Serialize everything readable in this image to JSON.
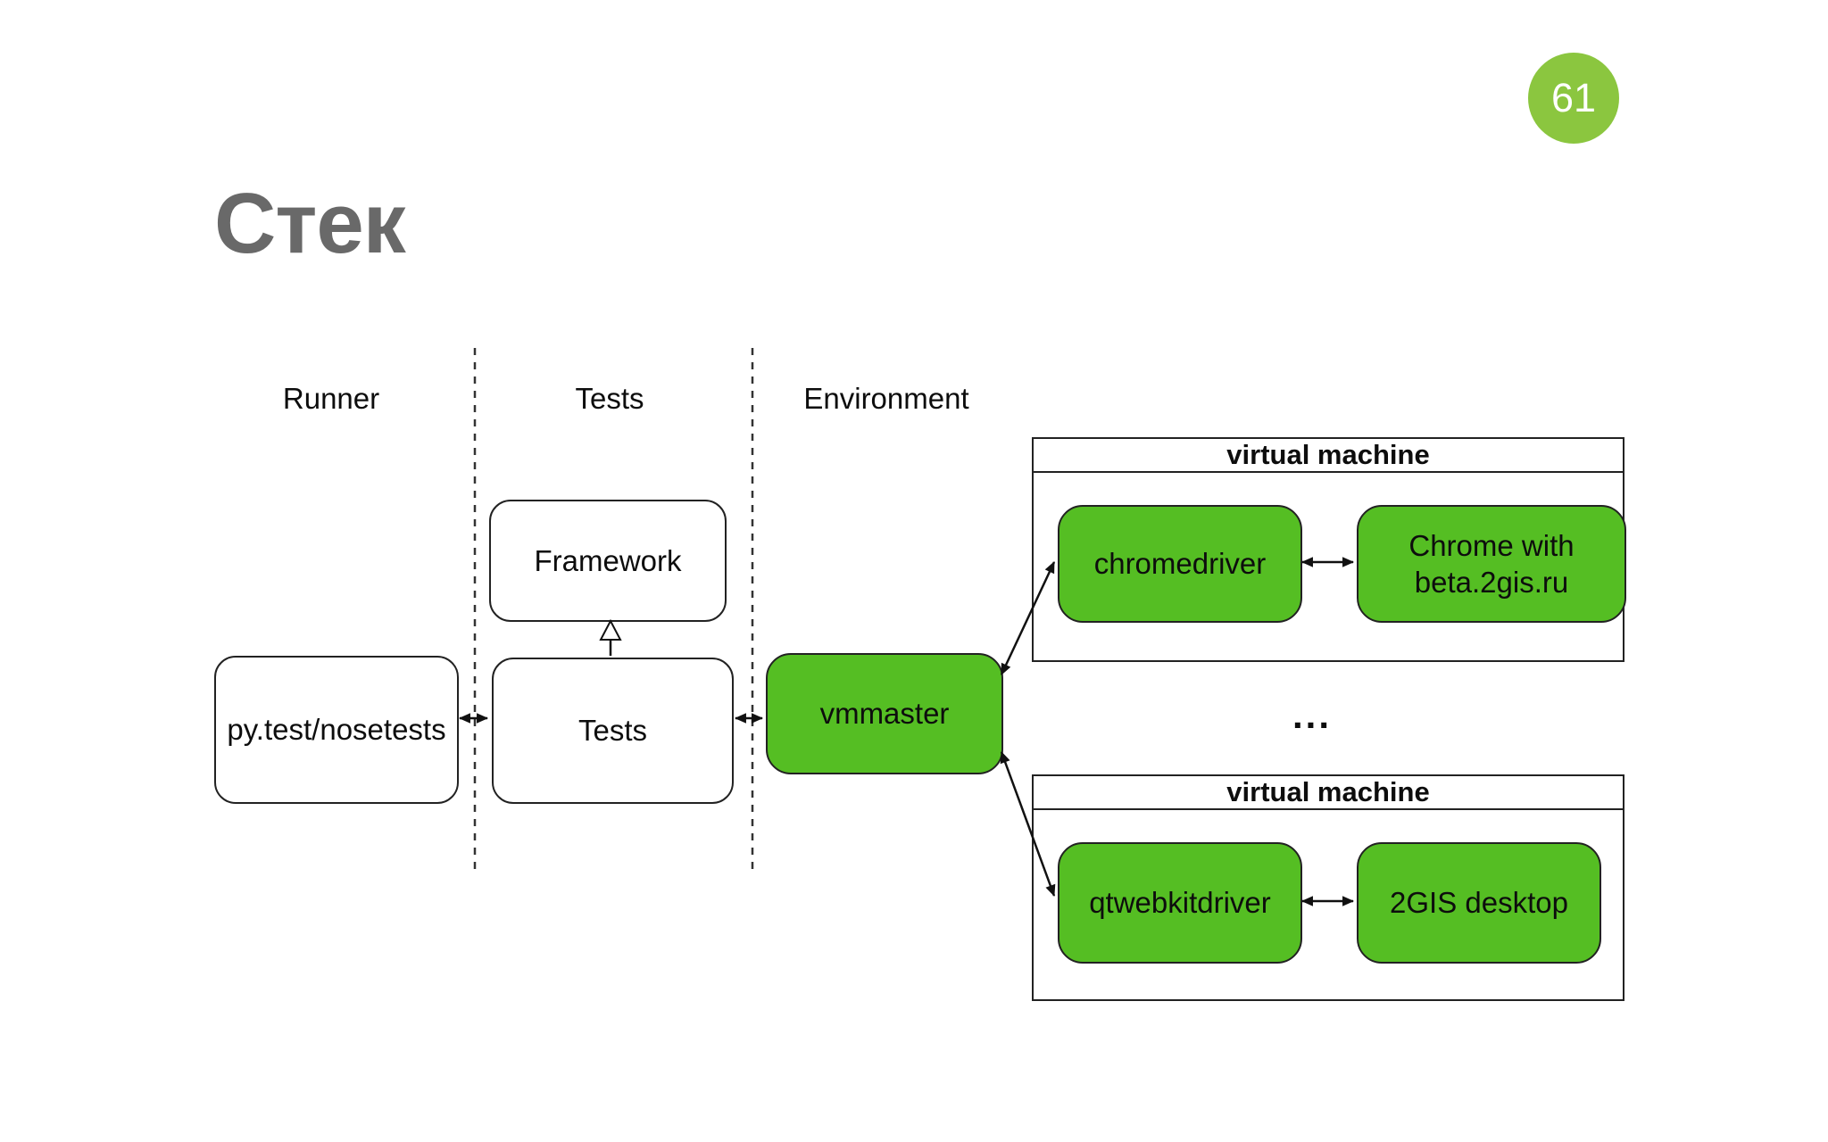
{
  "slide": {
    "page_number": "61",
    "title": "Стек"
  },
  "diagram": {
    "columns": {
      "runner": "Runner",
      "tests": "Tests",
      "environment": "Environment"
    },
    "nodes": {
      "runner_tool": "py.test/nosetests",
      "framework": "Framework",
      "tests": "Tests",
      "vmmaster": "vmmaster",
      "chromedriver": "chromedriver",
      "chrome_site": "Chrome with beta.2gis.ru",
      "qtwebkitdriver": "qtwebkitdriver",
      "gis_desktop": "2GIS desktop"
    },
    "vm_top_title": "virtual machine",
    "vm_bottom_title": "virtual machine",
    "ellipsis": "..."
  },
  "colors": {
    "node_green": "#55be23",
    "badge_green": "#8bc63f",
    "title_gray": "#696969"
  }
}
